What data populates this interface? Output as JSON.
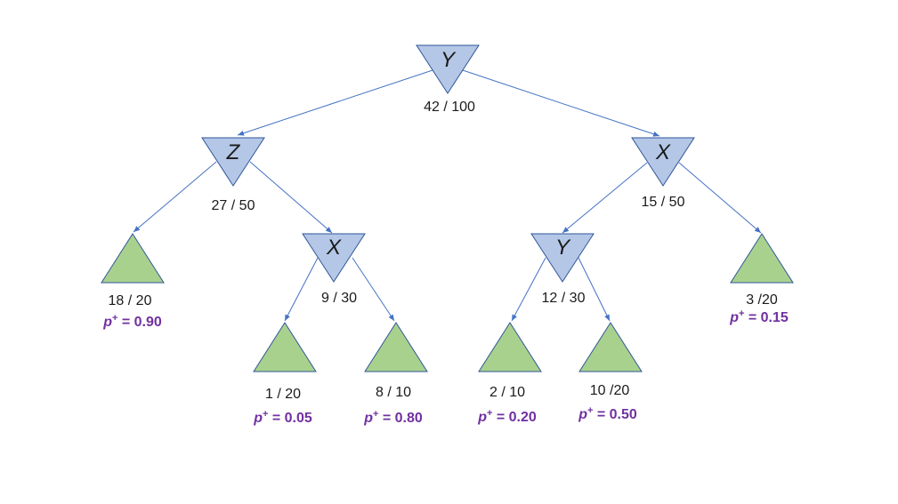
{
  "colors": {
    "internal_fill": "#b4c7e7",
    "leaf_fill": "#a9d18e",
    "outline": "#2f5597",
    "edge": "#4472c4",
    "prob_text": "#7030a0",
    "count_text": "#1a1a1a"
  },
  "nodes": {
    "root": {
      "variable": "Y",
      "count": "42 / 100"
    },
    "left": {
      "variable": "Z",
      "count": "27 / 50"
    },
    "right": {
      "variable": "X",
      "count": "15 / 50"
    },
    "left_right": {
      "variable": "X",
      "count": "9 / 30"
    },
    "right_left": {
      "variable": "Y",
      "count": "12 / 30"
    }
  },
  "leaves": {
    "l1": {
      "count": "18 / 20",
      "p_symbol": "p",
      "p_sup": "+",
      "p_value": " = 0.90"
    },
    "l2": {
      "count": "1 / 20",
      "p_symbol": "p",
      "p_sup": "+",
      "p_value": " = 0.05"
    },
    "l3": {
      "count": "8 / 10",
      "p_symbol": "p",
      "p_sup": "+",
      "p_value": " = 0.80"
    },
    "l4": {
      "count": "2 / 10",
      "p_symbol": "p",
      "p_sup": "+",
      "p_value": " = 0.20"
    },
    "l5": {
      "count": "10 /20",
      "p_symbol": "p",
      "p_sup": "+",
      "p_value": " = 0.50"
    },
    "l6": {
      "count": "3 /20",
      "p_symbol": "p",
      "p_sup": "+",
      "p_value": " = 0.15"
    }
  }
}
